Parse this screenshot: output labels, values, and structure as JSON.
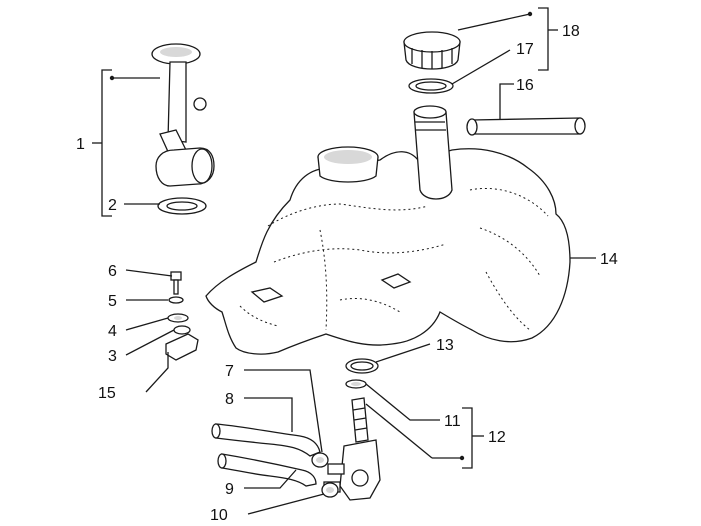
{
  "callouts": [
    {
      "id": "callout-1",
      "number": "1"
    },
    {
      "id": "callout-2",
      "number": "2"
    },
    {
      "id": "callout-3",
      "number": "3"
    },
    {
      "id": "callout-4",
      "number": "4"
    },
    {
      "id": "callout-5",
      "number": "5"
    },
    {
      "id": "callout-6",
      "number": "6"
    },
    {
      "id": "callout-7",
      "number": "7"
    },
    {
      "id": "callout-8",
      "number": "8"
    },
    {
      "id": "callout-9",
      "number": "9"
    },
    {
      "id": "callout-10",
      "number": "10"
    },
    {
      "id": "callout-11",
      "number": "11"
    },
    {
      "id": "callout-12",
      "number": "12"
    },
    {
      "id": "callout-13",
      "number": "13"
    },
    {
      "id": "callout-14",
      "number": "14"
    },
    {
      "id": "callout-15",
      "number": "15"
    },
    {
      "id": "callout-16",
      "number": "16"
    },
    {
      "id": "callout-17",
      "number": "17"
    },
    {
      "id": "callout-18",
      "number": "18"
    }
  ]
}
